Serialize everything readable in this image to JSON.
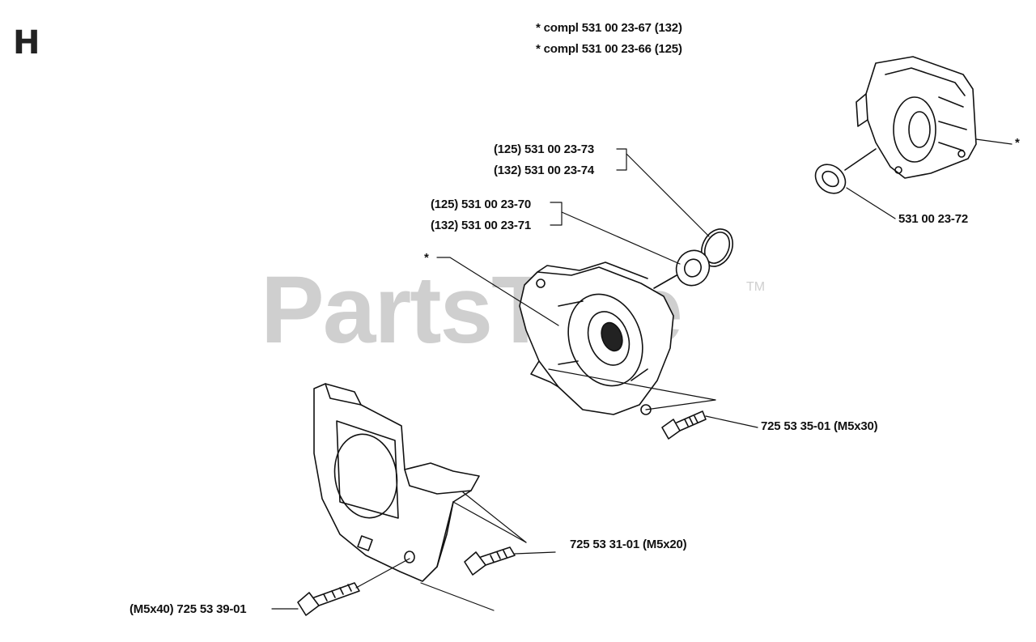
{
  "section": {
    "letter": "H"
  },
  "watermark": {
    "text": "PartsTree",
    "tm": "TM"
  },
  "notes": [
    "*  compl 531 00 23-67 (132)",
    "*  compl 531 00 23-66 (125)"
  ],
  "labels": {
    "clip_125": "(125) 531 00 23-73",
    "clip_132": "(132) 531 00 23-74",
    "bearing_125": "(125) 531 00 23-70",
    "bearing_132": "(132) 531 00 23-71",
    "bearing_right": "531 00 23-72",
    "star_right": "*",
    "star_left": "*",
    "screw_m5x30": "725 53 35-01 (M5x30)",
    "screw_m5x20": "725 53 31-01 (M5x20)",
    "screw_m5x40": "(M5x40) 725 53 39-01"
  }
}
